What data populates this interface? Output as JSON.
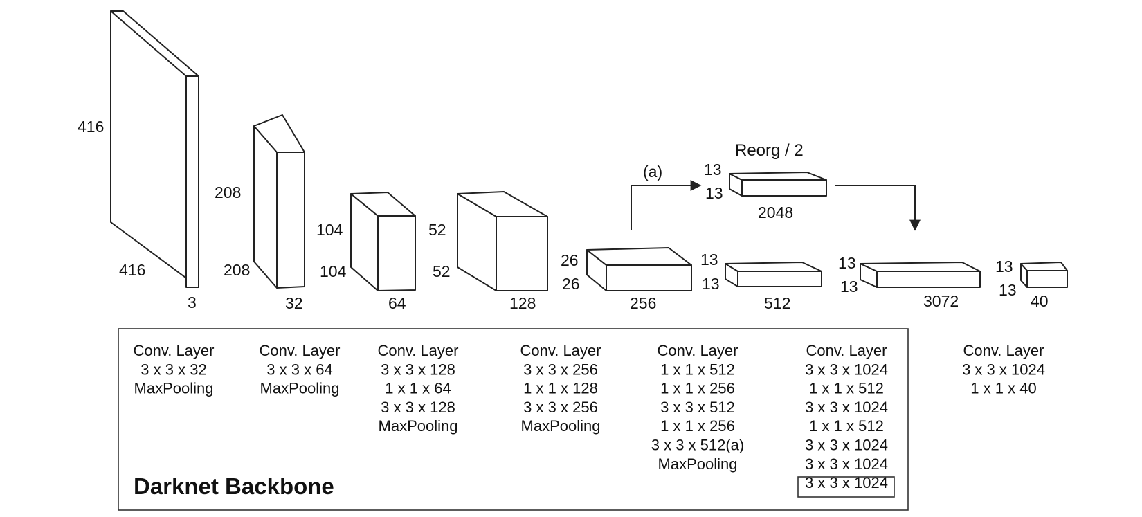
{
  "blocks": [
    {
      "height_label": "416",
      "width_label": "416",
      "depth_label": "3"
    },
    {
      "height_label": "208",
      "width_label": "208",
      "depth_label": "32"
    },
    {
      "height_label": "104",
      "width_label": "104",
      "depth_label": "64"
    },
    {
      "height_label": "52",
      "width_label": "52",
      "depth_label": "128"
    },
    {
      "height_label": "26",
      "width_label": "26",
      "depth_label": "256"
    },
    {
      "height_label": "13",
      "width_label": "13",
      "depth_label": "512"
    },
    {
      "height_label": "13",
      "width_label": "13",
      "depth_label": "2048"
    },
    {
      "height_label": "13",
      "width_label": "13",
      "depth_label": "3072"
    },
    {
      "height_label": "13",
      "width_label": "13",
      "depth_label": "40"
    }
  ],
  "reorg_label": "Reorg / 2",
  "branch_label": "(a)",
  "backbone_title": "Darknet Backbone",
  "layer_columns": [
    {
      "lines": [
        "Conv. Layer",
        "3 x 3 x 32",
        "MaxPooling"
      ]
    },
    {
      "lines": [
        "Conv. Layer",
        "3 x 3 x 64",
        "MaxPooling"
      ]
    },
    {
      "lines": [
        "Conv. Layer",
        "3 x 3 x 128",
        "1 x 1 x 64",
        "3 x 3 x 128",
        "MaxPooling"
      ]
    },
    {
      "lines": [
        "Conv. Layer",
        "3 x 3 x 256",
        "1 x 1 x 128",
        "3 x 3 x 256",
        "MaxPooling"
      ]
    },
    {
      "lines": [
        "Conv. Layer",
        "1 x 1 x 512",
        "1 x 1 x 256",
        "3 x 3 x 512",
        "1 x 1 x 256",
        "3 x 3 x 512(a)",
        "MaxPooling"
      ]
    },
    {
      "lines": [
        "Conv. Layer",
        "3 x 3 x 1024",
        "1 x 1 x 512",
        "3 x 3 x 1024",
        "1 x 1 x 512",
        "3 x 3 x 1024",
        "3 x 3 x 1024",
        "3 x 3 x 1024"
      ]
    },
    {
      "lines": [
        "Conv. Layer",
        "3 x 3 x 1024",
        "1 x 1 x 40"
      ]
    }
  ]
}
